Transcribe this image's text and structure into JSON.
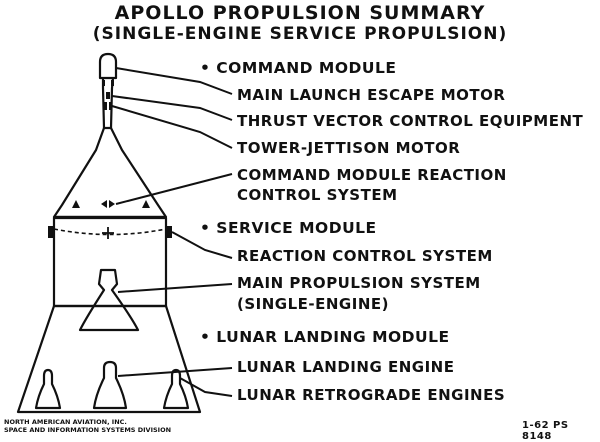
{
  "title": "APOLLO PROPULSION SUMMARY",
  "subtitle": "(SINGLE-ENGINE SERVICE PROPULSION)",
  "labels": {
    "command_module": "• COMMAND MODULE",
    "main_launch_escape_motor": "MAIN LAUNCH ESCAPE MOTOR",
    "thrust_vector_control": "THRUST VECTOR CONTROL EQUIPMENT",
    "tower_jettison_motor": "TOWER-JETTISON MOTOR",
    "cm_reaction_control_1": "COMMAND MODULE REACTION",
    "cm_reaction_control_2": "CONTROL SYSTEM",
    "service_module": "• SERVICE MODULE",
    "reaction_control_system": "REACTION CONTROL SYSTEM",
    "main_propulsion_1": "MAIN PROPULSION SYSTEM",
    "main_propulsion_2": "(SINGLE-ENGINE)",
    "lunar_landing_module": "• LUNAR LANDING MODULE",
    "lunar_landing_engine": "LUNAR LANDING ENGINE",
    "lunar_retrograde_engines": "LUNAR RETROGRADE ENGINES"
  },
  "footer": {
    "company_line1": "NORTH AMERICAN AVIATION, INC.",
    "company_line2": "SPACE AND INFORMATION SYSTEMS DIVISION",
    "code": "1-62 PS 8148"
  }
}
